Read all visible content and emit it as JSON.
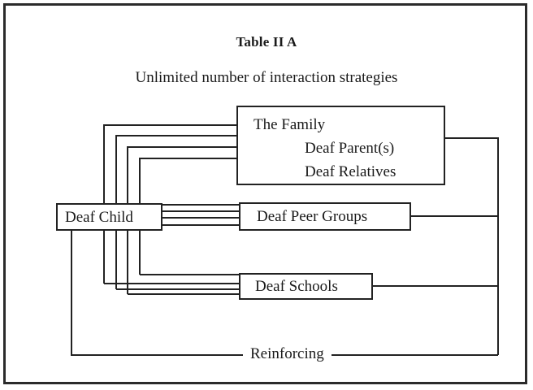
{
  "figure": {
    "title": "Table II A",
    "subtitle": "Unlimited number of interaction strategies",
    "caption_label": "Reinforcing"
  },
  "nodes": {
    "family": {
      "name": "The Family",
      "line1": "The Family",
      "line2": "Deaf Parent(s)",
      "line3": "Deaf Relatives"
    },
    "child": {
      "label": "Deaf Child"
    },
    "peer": {
      "label": "Deaf Peer Groups"
    },
    "school": {
      "label": "Deaf Schools"
    }
  },
  "style": {
    "ink": "#222222",
    "frame": "#2b2b2b",
    "paper": "#ffffff"
  },
  "chart_data": {
    "type": "diagram",
    "title": "Table II A",
    "subtitle": "Unlimited number of interaction strategies",
    "nodes": [
      {
        "id": "child",
        "label": "Deaf Child"
      },
      {
        "id": "family",
        "label": "The Family / Deaf Parent(s) / Deaf Relatives"
      },
      {
        "id": "peer",
        "label": "Deaf Peer Groups"
      },
      {
        "id": "school",
        "label": "Deaf Schools"
      }
    ],
    "edges": [
      {
        "from": "child",
        "to": "family",
        "multiplicity": 4,
        "style": "bidirectional-bundle"
      },
      {
        "from": "child",
        "to": "peer",
        "multiplicity": 4,
        "style": "bidirectional-bundle"
      },
      {
        "from": "child",
        "to": "school",
        "multiplicity": 4,
        "style": "bidirectional-bundle"
      },
      {
        "from": "family",
        "to": "reinforcing-bus",
        "multiplicity": 1
      },
      {
        "from": "peer",
        "to": "reinforcing-bus",
        "multiplicity": 1
      },
      {
        "from": "school",
        "to": "reinforcing-bus",
        "multiplicity": 1
      },
      {
        "from": "child",
        "to": "reinforcing-bus",
        "multiplicity": 1
      }
    ],
    "annotations": [
      "Reinforcing"
    ]
  }
}
